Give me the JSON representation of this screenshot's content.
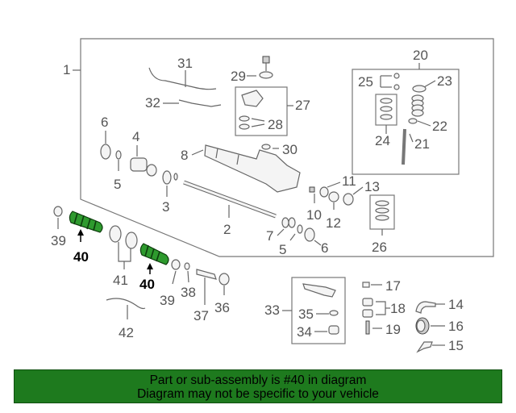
{
  "diagram": {
    "callouts": {
      "c1": "1",
      "c2": "2",
      "c3": "3",
      "c4": "4",
      "c5a": "5",
      "c5b": "5",
      "c6a": "6",
      "c6b": "6",
      "c7": "7",
      "c8": "8",
      "c10": "10",
      "c11": "11",
      "c12": "12",
      "c13": "13",
      "c14": "14",
      "c15": "15",
      "c16": "16",
      "c17": "17",
      "c18": "18",
      "c19": "19",
      "c20": "20",
      "c21": "21",
      "c22": "22",
      "c23": "23",
      "c24": "24",
      "c25": "25",
      "c26": "26",
      "c27": "27",
      "c28": "28",
      "c29": "29",
      "c30": "30",
      "c31": "31",
      "c32": "32",
      "c33": "33",
      "c34": "34",
      "c35": "35",
      "c36": "36",
      "c37": "37",
      "c38": "38",
      "c39a": "39",
      "c39b": "39",
      "c41": "41",
      "c42": "42"
    },
    "highlight_part": {
      "label_a": "40",
      "label_b": "40",
      "color": "#2e9a2e"
    }
  },
  "footer": {
    "line1": "Part or sub-assembly is #40 in diagram",
    "line2": "Diagram may not be specific to your vehicle",
    "background": "#1e7a1e"
  }
}
